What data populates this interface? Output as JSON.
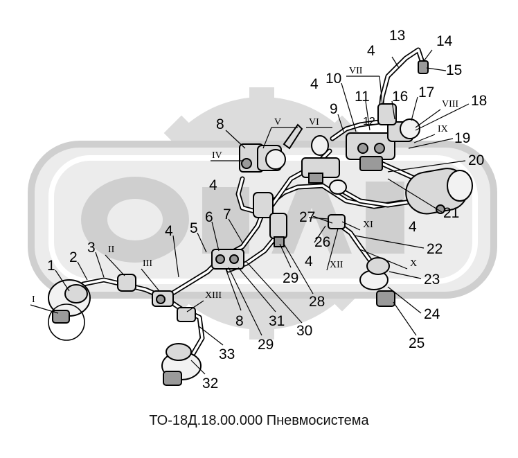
{
  "caption": "ТО-18Д.18.00.000 Пневмосистема",
  "callouts": [
    "1",
    "2",
    "3",
    "4",
    "5",
    "6",
    "7",
    "8",
    "9",
    "10",
    "11",
    "12",
    "13",
    "14",
    "15",
    "16",
    "17",
    "18",
    "19",
    "20",
    "21",
    "22",
    "23",
    "24",
    "25",
    "26",
    "27",
    "28",
    "29",
    "30",
    "31",
    "32",
    "33"
  ],
  "extra_callouts": {
    "a4_b": "4",
    "a4_c": "4",
    "a4_d": "4",
    "a4_e": "4",
    "a8_b": "8",
    "a29_b": "29"
  },
  "views": [
    "I",
    "II",
    "III",
    "IV",
    "V",
    "VI",
    "VII",
    "VIII",
    "IX",
    "X",
    "XI",
    "XII",
    "XIII"
  ],
  "colors": {
    "watermark": "#d2d2d2",
    "watermark_light": "#e4e4e4",
    "ink": "#000000"
  }
}
